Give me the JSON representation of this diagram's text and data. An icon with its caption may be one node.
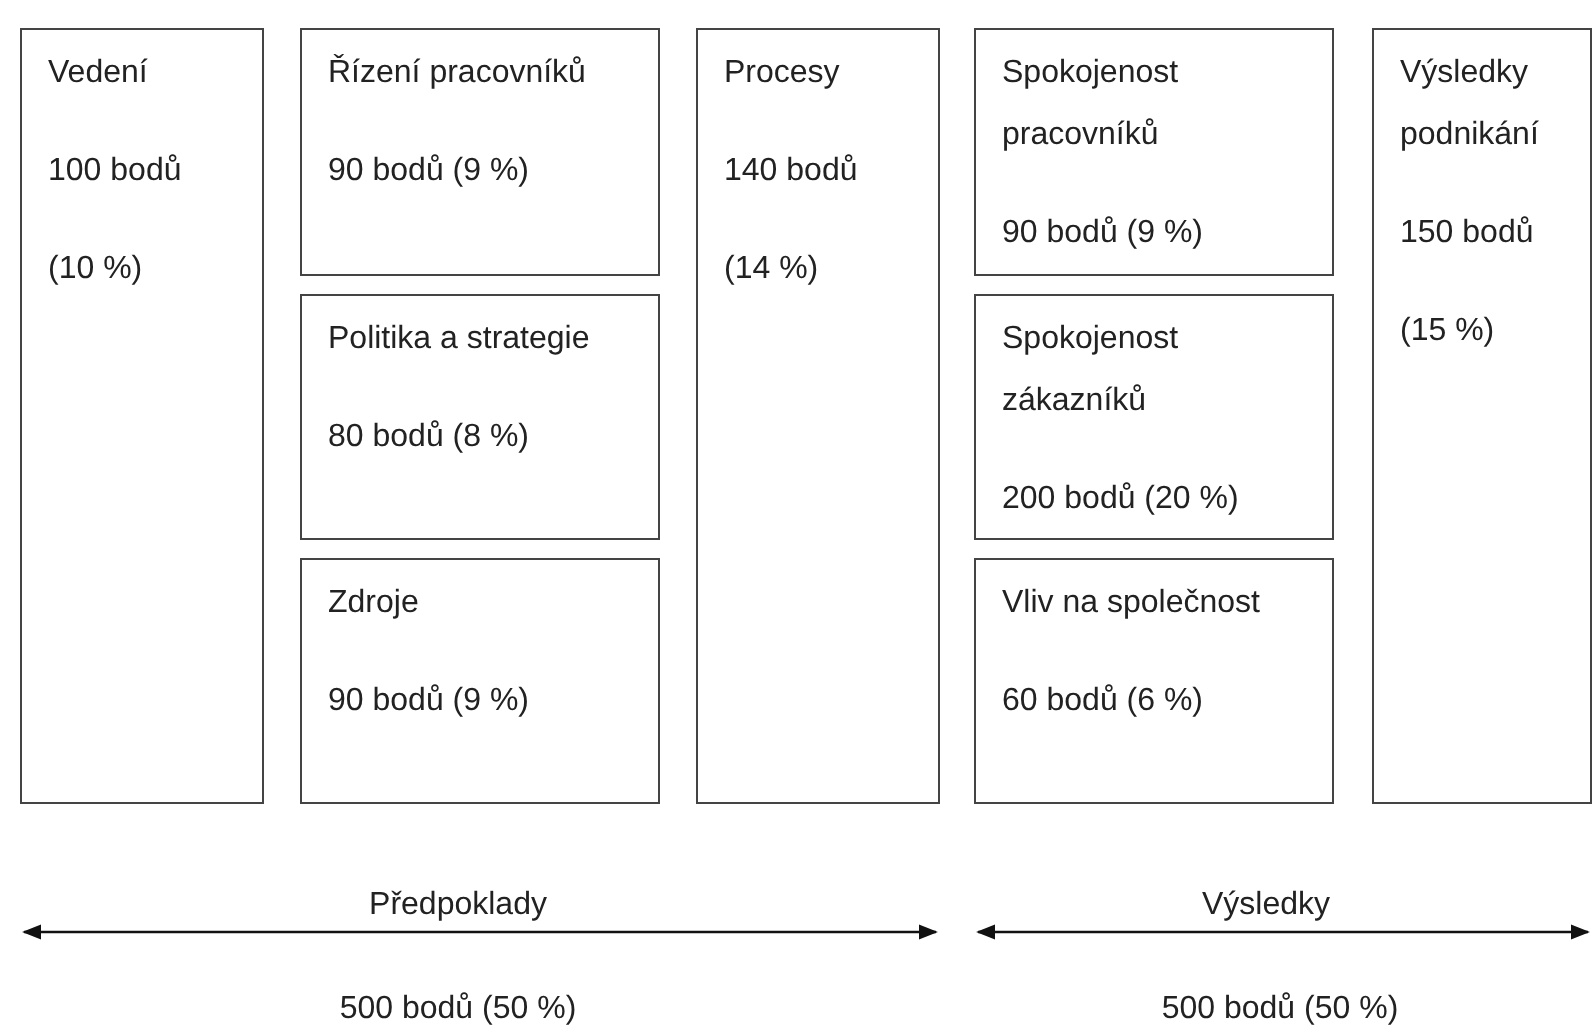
{
  "diagram": {
    "nodes": [
      {
        "text": [
          "Vedení",
          "100 bodů",
          "(10 %)"
        ]
      },
      {
        "text": [
          "Řízení pracovníků",
          "90 bodů (9 %)"
        ]
      },
      {
        "text": [
          "Politika a strategie",
          "80 bodů (8 %)"
        ]
      },
      {
        "text": [
          "Zdroje",
          "90 bodů (9 %)"
        ]
      },
      {
        "text": [
          "Procesy",
          "140 bodů",
          "(14 %)"
        ]
      },
      {
        "text": [
          "Spokojenost pracovníků",
          "90 bodů (9 %)"
        ]
      },
      {
        "text": [
          "Spokojenost zákazníků",
          "200 bodů (20 %)"
        ]
      },
      {
        "text": [
          "Vliv na společnost",
          "60 bodů (6 %)"
        ]
      },
      {
        "text": [
          "Výsledky podnikání",
          "150 bodů",
          "(15 %)"
        ]
      }
    ],
    "edges": [],
    "labels": [
      "Předpoklady",
      "Výsledky",
      "500 bodů (50 %)",
      "500 bodů (50 %)"
    ]
  }
}
